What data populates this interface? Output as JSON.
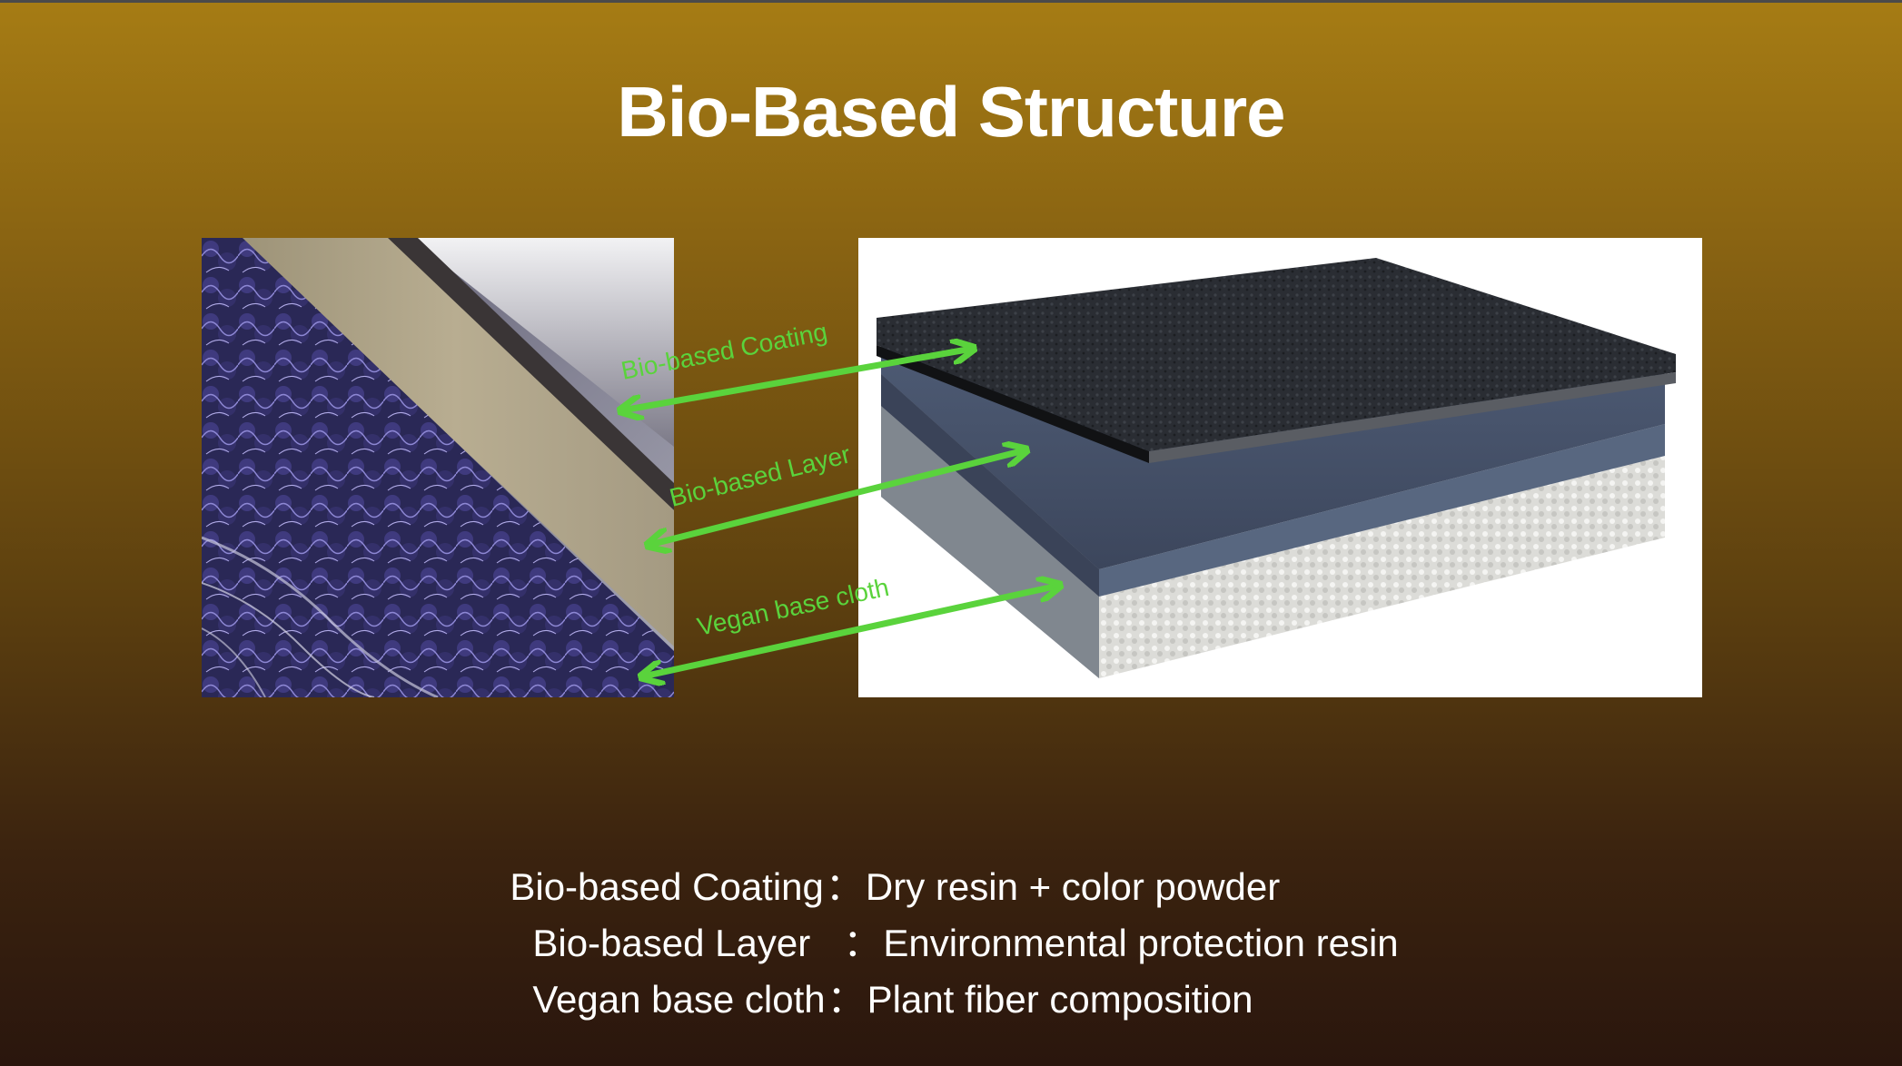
{
  "slide": {
    "title": "Bio-Based Structure"
  },
  "callouts": [
    {
      "label": "Bio-based Coating"
    },
    {
      "label": "Bio-based Layer"
    },
    {
      "label": "Vegan base cloth"
    }
  ],
  "legend": [
    {
      "name": "Bio-based Coating",
      "separator": "：",
      "description": "Dry resin + color powder"
    },
    {
      "name": "Bio-based Layer",
      "separator": "：",
      "description": "Environmental protection resin"
    },
    {
      "name": "Vegan base cloth",
      "separator": "：",
      "description": "Plant fiber composition"
    }
  ],
  "colors": {
    "callout": "#5ad33c",
    "text": "#ffffff",
    "background_top": "#a67c14",
    "background_bottom": "#2a160d"
  }
}
